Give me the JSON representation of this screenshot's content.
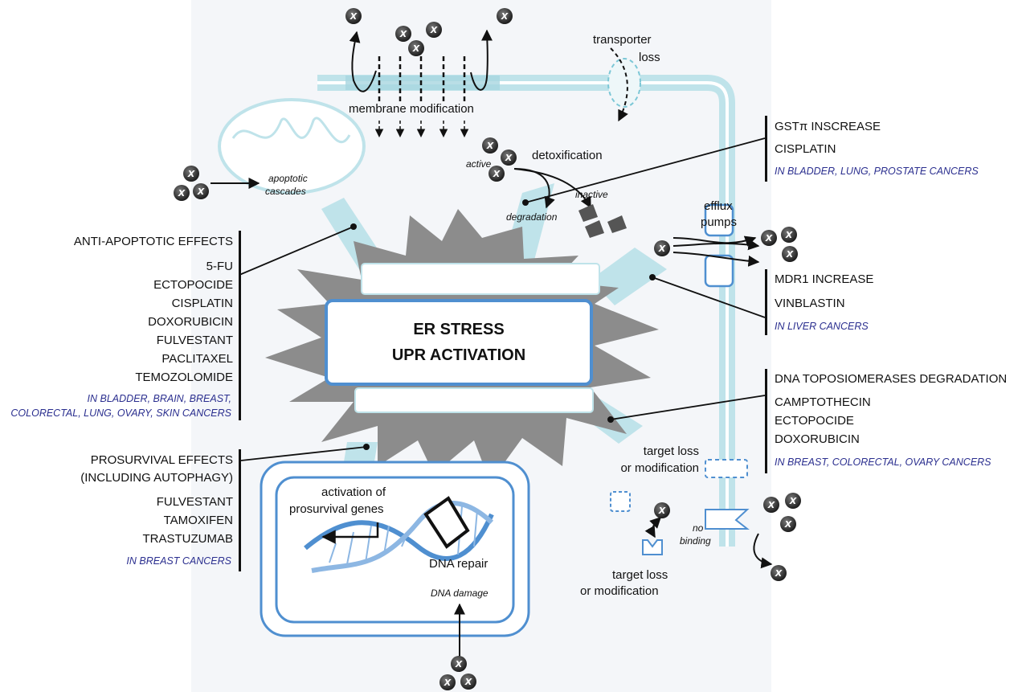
{
  "center": {
    "line1": "ER STRESS",
    "line2": "UPR ACTIVATION"
  },
  "cell": {
    "membrane_label": "membrane modification",
    "transporter_label": [
      "transporter",
      "loss"
    ],
    "apoptotic_label": [
      "apoptotic",
      "cascades"
    ],
    "detox": {
      "title": "detoxification",
      "active": "active",
      "inactive": "inactive",
      "degradation": "degradation"
    },
    "efflux_label": [
      "efflux",
      "pumps"
    ],
    "target_loss_upper": [
      "target loss",
      "or modification"
    ],
    "target_loss_lower": [
      "target loss",
      "or modification"
    ],
    "no_binding": [
      "no",
      "binding"
    ],
    "nucleus": {
      "activation": [
        "activation of",
        "prosurvival genes"
      ],
      "repair": "DNA repair",
      "damage": "DNA damage"
    },
    "drug_symbol": "X"
  },
  "panels": {
    "anti_apoptotic": {
      "title": "ANTI-APOPTOTIC EFFECTS",
      "drugs": [
        "5-FU",
        "ECTOPOCIDE",
        "CISPLATIN",
        "DOXORUBICIN",
        "FULVESTANT",
        "PACLITAXEL",
        "TEMOZOLOMIDE"
      ],
      "cancers": [
        "IN BLADDER, BRAIN, BREAST,",
        "COLORECTAL, LUNG, OVARY, SKIN CANCERS"
      ]
    },
    "prosurvival": {
      "title": [
        "PROSURVIVAL EFFECTS",
        "(INCLUDING AUTOPHAGY)"
      ],
      "drugs": [
        "FULVESTANT",
        "TAMOXIFEN",
        "TRASTUZUMAB"
      ],
      "cancers": [
        "IN BREAST CANCERS"
      ]
    },
    "gst": {
      "title": "GSTπ INSCREASE",
      "drugs": [
        "CISPLATIN"
      ],
      "cancers": [
        "IN BLADDER, LUNG, PROSTATE CANCERS"
      ]
    },
    "mdr1": {
      "title": "MDR1 INCREASE",
      "drugs": [
        "VINBLASTIN"
      ],
      "cancers": [
        "IN LIVER CANCERS"
      ]
    },
    "topo": {
      "title": "DNA TOPOSIOMERASES DEGRADATION",
      "drugs": [
        "CAMPTOTHECIN",
        "ECTOPOCIDE",
        "DOXORUBICIN"
      ],
      "cancers": [
        "IN BREAST, COLORECTAL, OVARY CANCERS"
      ]
    }
  },
  "colors": {
    "membrane": "#bfe3ea",
    "star": "#8c8c8c",
    "box_border": "#4f8fd0",
    "cancer_text": "#2b2f8f"
  }
}
